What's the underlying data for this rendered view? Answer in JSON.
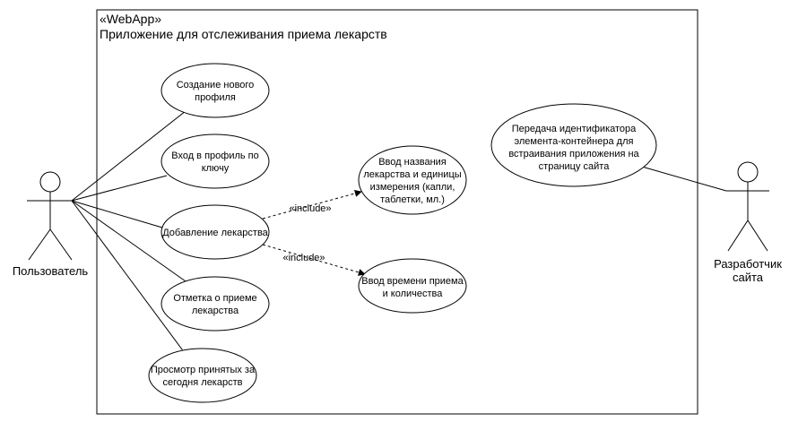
{
  "system": {
    "stereotype": "«WebApp»",
    "title": "Приложение для отслеживания приема лекарств"
  },
  "actors": {
    "user": "Пользователь",
    "developer": [
      "Разработчик",
      "сайта"
    ]
  },
  "use_cases": {
    "create_profile": [
      "Создание нового",
      "профиля"
    ],
    "login_key": [
      "Вход в профиль по",
      "ключу"
    ],
    "add_medicine": [
      "Добавление лекарства"
    ],
    "mark_intake": [
      "Отметка о приеме",
      "лекарства"
    ],
    "view_today": [
      "Просмотр принятых за",
      "сегодня лекарств"
    ],
    "enter_name_unit": [
      "Ввод названия",
      "лекарства и единицы",
      "измерения (капли,",
      "таблетки, мл.)"
    ],
    "enter_time_qty": [
      "Ввод времени приема",
      "и количества"
    ],
    "pass_container_id": [
      "Передача идентификатора",
      "элемента-контейнера для",
      "встраивания приложения на",
      "страницу сайта"
    ]
  },
  "relations": {
    "include_label": "«include»"
  }
}
